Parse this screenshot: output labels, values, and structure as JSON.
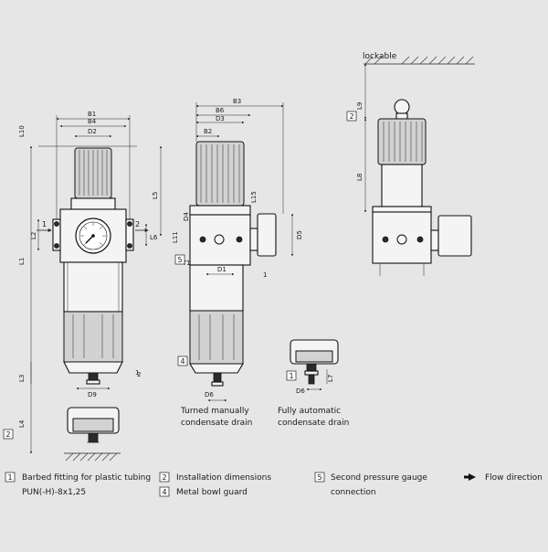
{
  "labels": {
    "lockable": "lockable",
    "turned_manually": [
      "Turned manually",
      "condensate drain"
    ],
    "fully_automatic": [
      "Fully automatic",
      "condensate drain"
    ]
  },
  "dimensions": {
    "B1": "B1",
    "B4": "B4",
    "D2": "D2",
    "B3": "B3",
    "B6": "B6",
    "D3": "D3",
    "B2": "B2",
    "L10": "L10",
    "L5": "L5",
    "L2": "L2",
    "L6": "L6",
    "L1": "L1",
    "L3": "L3",
    "L4": "L4",
    "D9": "D9",
    "D4": "D4",
    "L11": "L11",
    "L15": "L15",
    "D5": "D5",
    "T1": "T1",
    "D1": "D1",
    "D6": "D6",
    "L9": "L9",
    "L8": "L8",
    "L7": "L7",
    "port1": "1",
    "port2": "2",
    "ref1": "1",
    "ref2": "2"
  },
  "callouts": {
    "c1": "1",
    "c2": "2",
    "c4": "4",
    "c5": "5"
  },
  "legend": [
    {
      "num": "1",
      "text": [
        "Barbed fitting for plastic tubing",
        "PUN(-H)-8x1,25"
      ]
    },
    {
      "num": "2",
      "text": [
        "Installation dimensions"
      ]
    },
    {
      "num": "4",
      "text": [
        "Metal bowl guard"
      ]
    },
    {
      "num": "5",
      "text": [
        "Second pressure gauge",
        "connection"
      ]
    },
    {
      "num": "",
      "text": [
        "Flow direction"
      ]
    }
  ]
}
